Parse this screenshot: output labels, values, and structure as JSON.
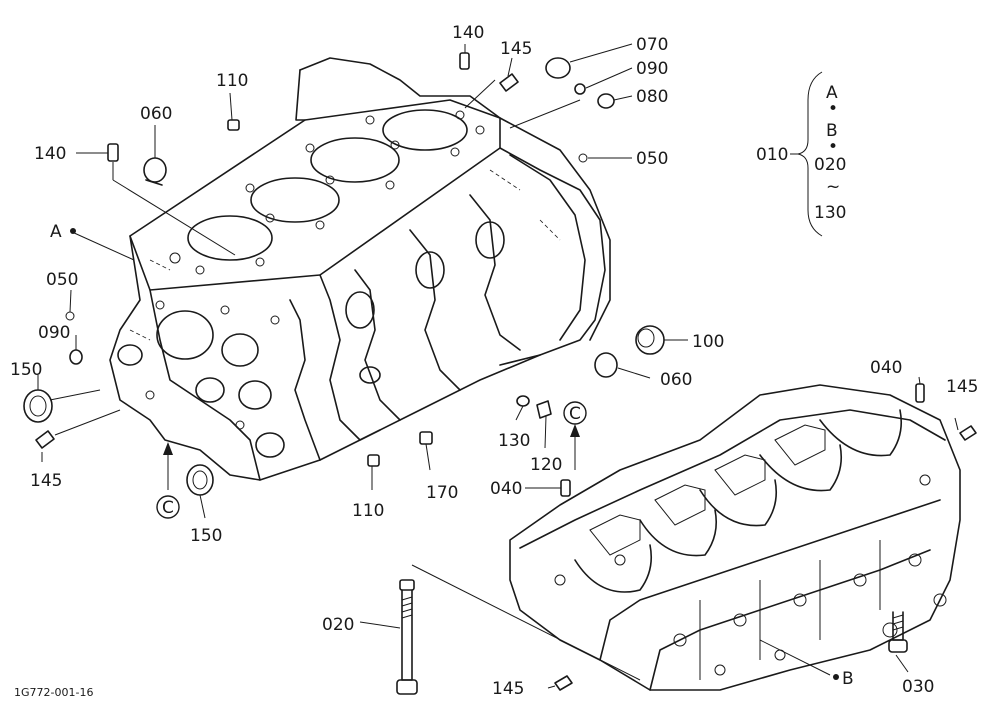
{
  "diagram_code": "1G772-001-16",
  "parts": {
    "p010": "010",
    "p020": "020",
    "p030": "030",
    "p040a": "040",
    "p040b": "040",
    "p050a": "050",
    "p050b": "050",
    "p060a": "060",
    "p060b": "060",
    "p070": "070",
    "p080": "080",
    "p090a": "090",
    "p090b": "090",
    "p100": "100",
    "p110a": "110",
    "p110b": "110",
    "p120": "120",
    "p130": "130",
    "p140a": "140",
    "p140b": "140",
    "p145a": "145",
    "p145b": "145",
    "p145c": "145",
    "p145d": "145",
    "p150a": "150",
    "p150b": "150",
    "p170": "170"
  },
  "markers": {
    "a": "A",
    "b": "B",
    "c1": "C",
    "c2": "C"
  },
  "assembly_group": {
    "top": "A",
    "dot1": "•",
    "middle": "B",
    "dot2": "•",
    "range_start": "020",
    "tilde": "~",
    "range_end": "130"
  }
}
